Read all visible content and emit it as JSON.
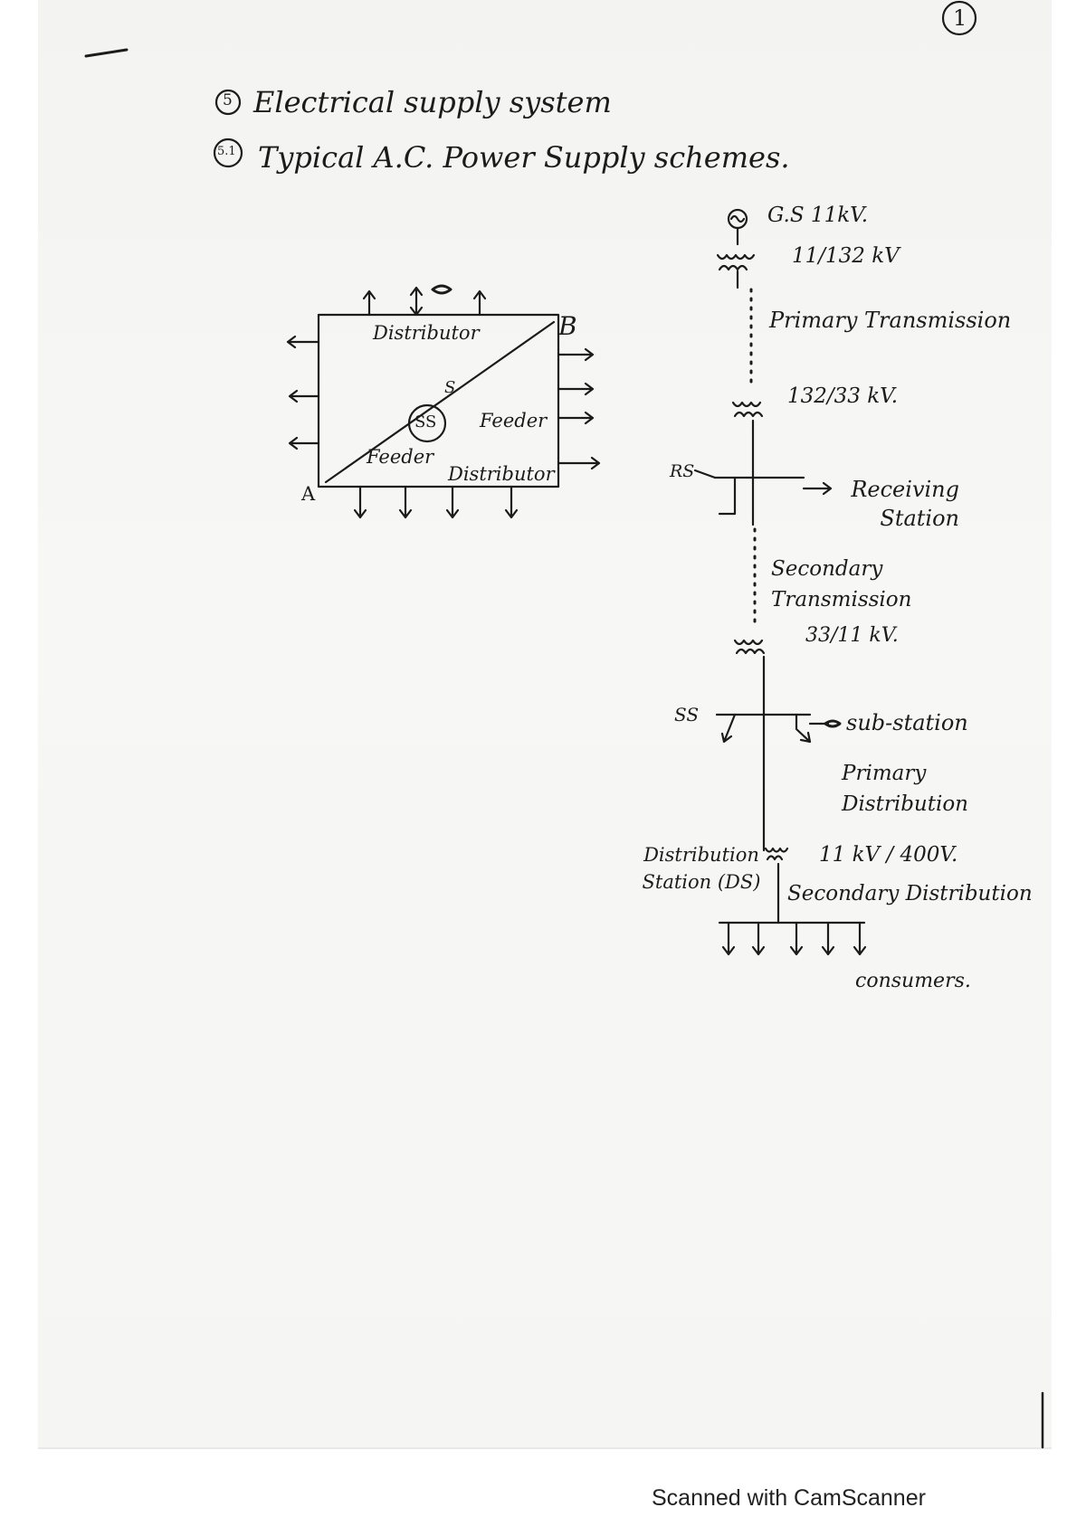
{
  "page": {
    "page_number": "1",
    "heading": "Electrical supply system",
    "heading_number": "5",
    "subheading": "Typical A.C. Power Supply schemes.",
    "subheading_number": "5.1"
  },
  "ring_diagram": {
    "distributor_top": "Distributor",
    "distributor_bottom": "Distributor",
    "feeder_upper": "Feeder",
    "feeder_lower": "Feeder",
    "substation": "SS",
    "small_s": "S",
    "node_a": "A",
    "node_b": "B"
  },
  "scheme": {
    "gs_label": "G.S 11kV.",
    "step_up": "11/132 kV",
    "primary_transmission": "Primary Transmission",
    "step_down_1": "132/33 kV.",
    "rs": "RS",
    "receiving_station": "Receiving Station",
    "secondary_transmission": "Secondary Transmission",
    "step_down_2": "33/11 kV.",
    "ss": "SS",
    "sub_station": "sub-station",
    "primary_distribution": "Primary Distribution",
    "distribution_station": "Distribution Station (DS)",
    "step_down_3": "11 kV / 400V.",
    "secondary_distribution": "Secondary Distribution",
    "consumers": "consumers."
  },
  "footer": {
    "scanner_text": "Scanned with CamScanner"
  }
}
